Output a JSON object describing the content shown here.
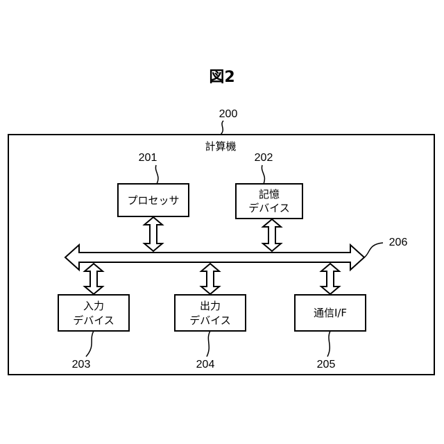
{
  "figure": {
    "title": "図2"
  },
  "computer": {
    "ref": "200",
    "label": "計算機"
  },
  "blocks": {
    "processor": {
      "ref": "201",
      "lines": [
        "プロセッサ"
      ]
    },
    "storage": {
      "ref": "202",
      "lines": [
        "記憶",
        "デバイス"
      ]
    },
    "input": {
      "ref": "203",
      "lines": [
        "入力",
        "デバイス"
      ]
    },
    "output": {
      "ref": "204",
      "lines": [
        "出力",
        "デバイス"
      ]
    },
    "comm": {
      "ref": "205",
      "lines": [
        "通信I/F"
      ]
    }
  },
  "bus": {
    "ref": "206"
  }
}
